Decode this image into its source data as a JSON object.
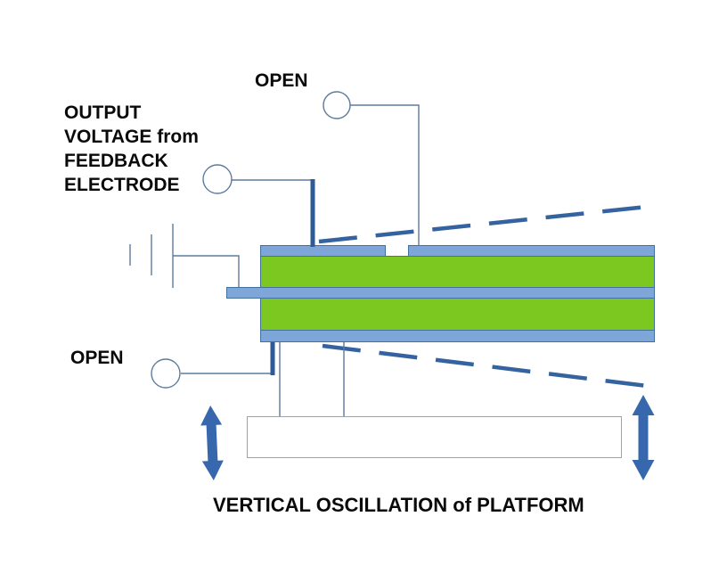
{
  "diagram": {
    "labels": {
      "open_top": "OPEN",
      "open_bottom": "OPEN",
      "feedback_lines": [
        "OUTPUT",
        "VOLTAGE from",
        "FEEDBACK",
        "ELECTRODE"
      ],
      "caption": "VERTICAL OSCILLATION of PLATFORM"
    },
    "colors": {
      "background": "#FFFFFF",
      "text": "#0A0A0A",
      "electrode_fill": "#7EA6D8",
      "electrode_border": "#41719C",
      "piezo_fill": "#7CC820",
      "platform_border": "#8CA5C1",
      "wire": "#5C7B9D",
      "thick_wire": "#2E5B96",
      "dashed_line": "#34639F",
      "arrow": "#3767AC"
    }
  }
}
